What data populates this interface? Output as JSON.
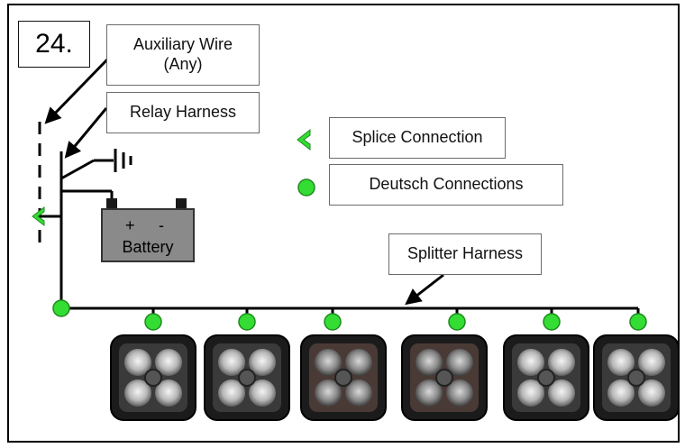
{
  "step_number": "24.",
  "labels": {
    "auxiliary_wire": "Auxiliary Wire\n(Any)",
    "relay_harness": "Relay Harness",
    "splitter_harness": "Splitter Harness"
  },
  "legend": {
    "splice": "Splice Connection",
    "deutsch": "Deutsch Connections"
  },
  "battery": {
    "label": "Battery",
    "plus": "+",
    "minus": "-"
  },
  "colors": {
    "connector_green": "#33dd33",
    "wire": "#000000",
    "battery_fill": "#8a8a8a"
  },
  "lights": [
    {
      "name": "light-1",
      "style": "spot"
    },
    {
      "name": "light-2",
      "style": "spot"
    },
    {
      "name": "light-3",
      "style": "driving"
    },
    {
      "name": "light-4",
      "style": "driving"
    },
    {
      "name": "light-5",
      "style": "spot"
    },
    {
      "name": "light-6",
      "style": "spot"
    }
  ]
}
